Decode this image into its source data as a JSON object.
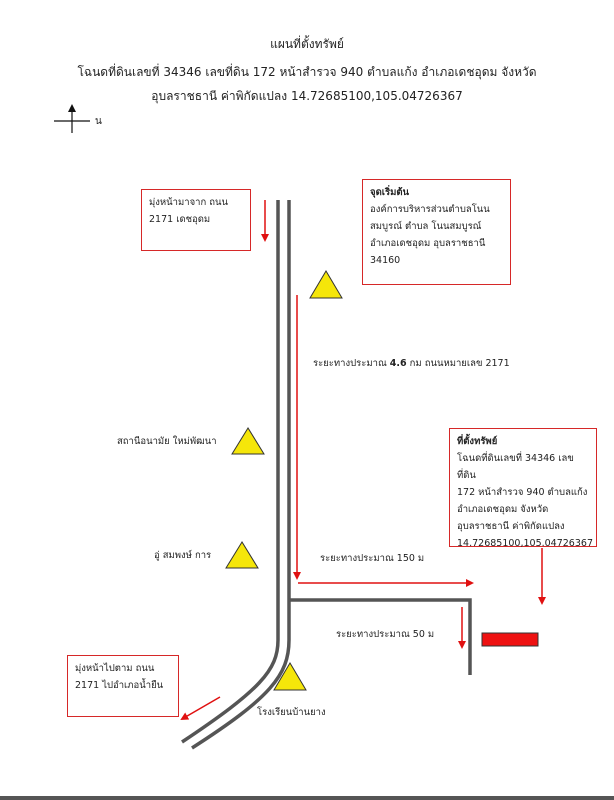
{
  "header": {
    "line1": "แผนที่ตั้งทรัพย์",
    "line2": "โฉนดที่ดินเลขที่ 34346 เลขที่ดิน 172 หน้าสำรวจ 940 ตำบลแก้ง อำเภอเดชอุดม จังหวัด",
    "line3": "อุบลราชธานี ค่าพิกัดแปลง 14.72685100,105.04726367"
  },
  "compass": {
    "north_label": "น"
  },
  "boxes": {
    "from": {
      "line1": "มุ่งหน้ามาจาก ถนน",
      "line2": "2171 เดชอุดม"
    },
    "start": {
      "title": "จุดเริ่มต้น",
      "line1": "องค์การบริหารส่วนตำบลโนน",
      "line2": "สมบูรณ์ ตำบล โนนสมบูรณ์",
      "line3": "อำเภอเดชอุดม อุบลราชธานี",
      "line4": "34160"
    },
    "property": {
      "title": "ที่ตั้งทรัพย์",
      "line1": "โฉนดที่ดินเลขที่ 34346 เลขที่ดิน",
      "line2": "172 หน้าสำรวจ 940 ตำบลแก้ง",
      "line3": "อำเภอเดชอุดม จังหวัด",
      "line4": "อุบลราชธานี ค่าพิกัดแปลง",
      "line5": "14.72685100,105.04726367"
    },
    "to": {
      "line1": "มุ่งหน้าไปตาม ถนน",
      "line2": "2171 ไปอำเภอน้ำยืน"
    }
  },
  "labels": {
    "dist1_prefix": "ระยะทางประมาณ",
    "dist1_value": "4.6",
    "dist1_suffix": "กม ถนนหมายเลข 2171",
    "dist2": "ระยะทางประมาณ 150 ม",
    "dist3": "ระยะทางประมาณ 50 ม",
    "landmark_health": "สถานีอนามัย ใหม่พัฒนา",
    "landmark_garage": "อู่ สมพงษ์ การ",
    "landmark_school": "โรงเรียนบ้านยาง"
  },
  "colors": {
    "road": "#555555",
    "arrow": "#e01010",
    "landmark_fill": "#f5e60a",
    "property_fill": "#ee1111",
    "box_border": "#d62828"
  }
}
